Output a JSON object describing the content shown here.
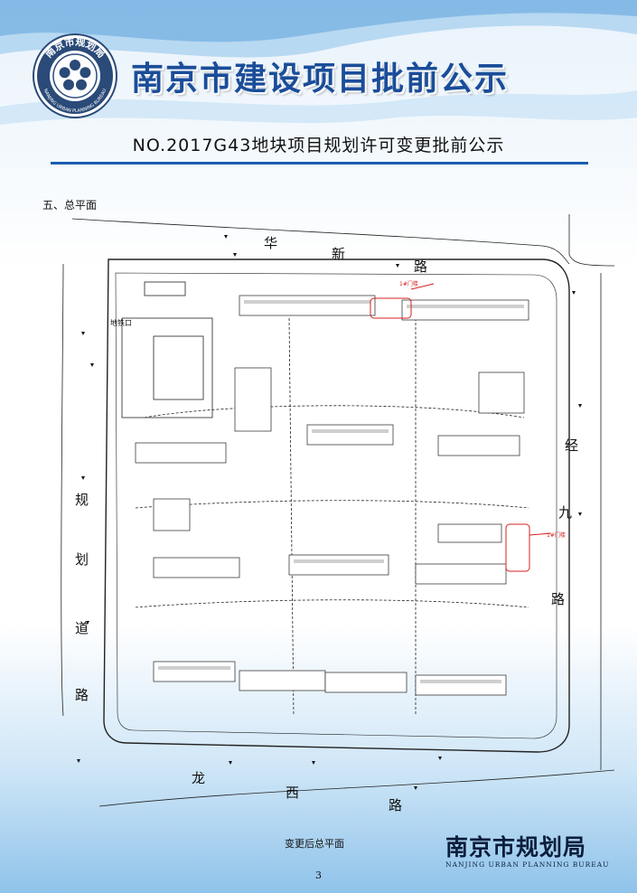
{
  "header": {
    "title": "南京市建设项目批前公示",
    "subtitle": "NO.2017G43地块项目规划许可变更批前公示"
  },
  "emblem": {
    "text_top": "南京市规划局",
    "text_bottom": "NANJING URBAN PLANNING BUREAU"
  },
  "section": {
    "heading": "五、总平面"
  },
  "plan": {
    "roads": {
      "north": [
        "华",
        "新",
        "路"
      ],
      "east": [
        "经",
        "九",
        "路"
      ],
      "west": [
        "规",
        "划",
        "道",
        "路"
      ],
      "south": [
        "龙",
        "西",
        "路"
      ]
    },
    "labels": {
      "metro_exit": "地铁口",
      "gate_north": "1#门楼",
      "gate_east": "1#门楼"
    }
  },
  "footer": {
    "caption": "变更后总平面",
    "bureau_name": "南京市规划局",
    "bureau_en": "NANJING URBAN PLANNING BUREAU",
    "page_number": "3"
  },
  "colors": {
    "title_blue": "#1a4d9a",
    "rule_blue": "#1a5cb0",
    "mark_red": "#d62020"
  }
}
